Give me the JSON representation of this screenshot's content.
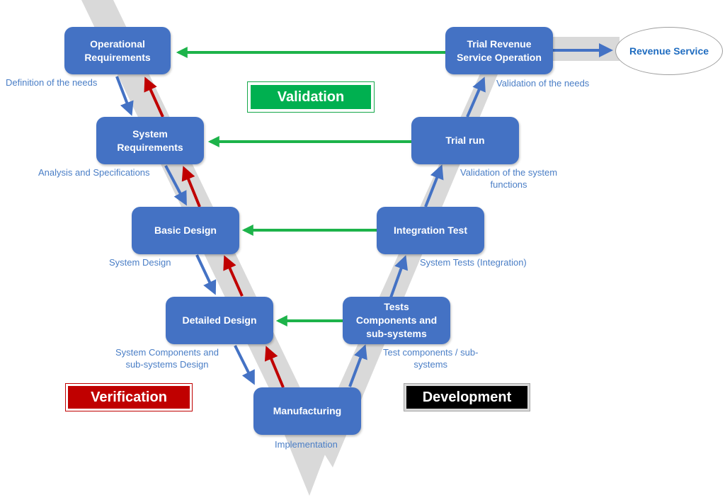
{
  "nodes": {
    "operational_requirements": "Operational\nRequirements",
    "system_requirements": "System\nRequirements",
    "basic_design": "Basic Design",
    "detailed_design": "Detailed Design",
    "manufacturing": "Manufacturing",
    "tests_components": "Tests\nComponents and\nsub-systems",
    "integration_test": "Integration Test",
    "trial_run": "Trial run",
    "trial_revenue": "Trial Revenue\nService Operation",
    "revenue_service": "Revenue Service"
  },
  "captions": {
    "definition_of_needs": "Definition of the needs",
    "analysis_and_specifications": "Analysis and Specifications",
    "system_design": "System Design",
    "components_design": "System Components and\nsub-systems Design",
    "implementation": "Implementation",
    "test_components": "Test components / sub-\nsystems",
    "system_tests": "System Tests (Integration)",
    "validation_of_functions": "Validation of the system\nfunctions",
    "validation_of_needs": "Validation of the needs"
  },
  "tags": {
    "validation": "Validation",
    "verification": "Verification",
    "development": "Development"
  },
  "colors": {
    "node_fill": "#4472c4",
    "validation_arrow": "#1db34a",
    "verification_arrow": "#c00000",
    "development_arrow": "#4472c4",
    "v_band": "#d9d9d9"
  }
}
